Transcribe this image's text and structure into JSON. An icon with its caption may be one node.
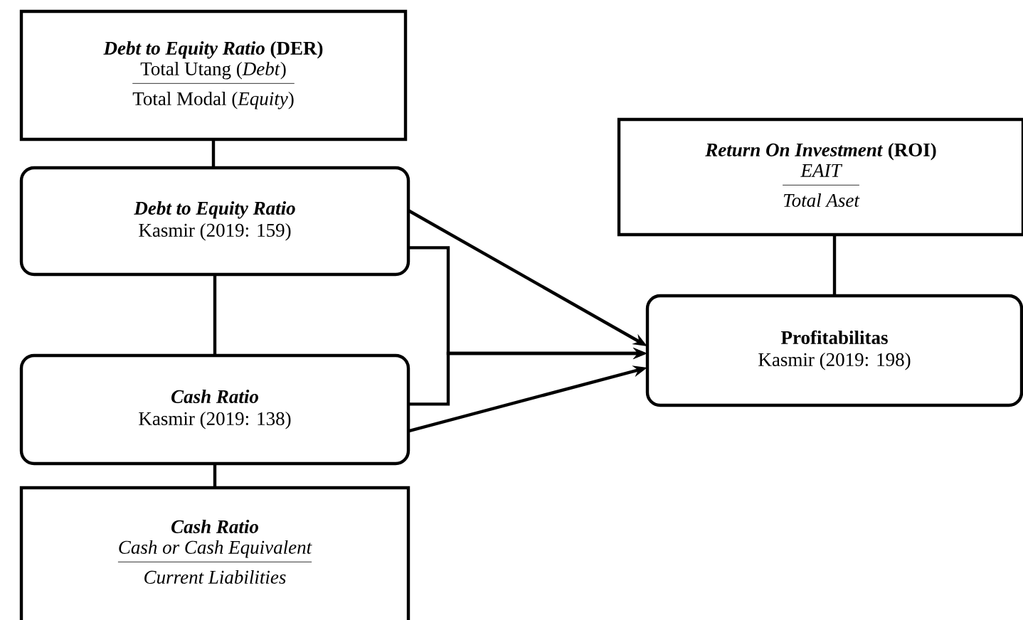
{
  "diagram": {
    "nodes": [
      {
        "text": [
          "*Debt to Equity Ratio* (DER)",
          "Total Utang (*Debt*)",
          "Total Modal (*Equity*)"
        ]
      },
      {
        "text": [
          "Debt to Equity Ratio",
          "Kasmir (2019: 159)"
        ]
      },
      {
        "text": [
          "Cash Ratio",
          "Kasmir (2019: 138)"
        ]
      },
      {
        "text": [
          "Cash Ratio",
          "Cash or Cash Equivalent",
          "Current Liabilities"
        ]
      },
      {
        "text": [
          "*Return On Investment* (ROI)",
          "EAIT",
          "Total Aset"
        ]
      },
      {
        "text": [
          "Profitabilitas",
          "Kasmir (2019: 198)"
        ]
      }
    ],
    "edges": [
      {
        "from": 0,
        "to": 1,
        "arrow": "none"
      },
      {
        "from": 1,
        "to": 2,
        "arrow": "none"
      },
      {
        "from": 2,
        "to": 3,
        "arrow": "none"
      },
      {
        "from": 4,
        "to": 5,
        "arrow": "none"
      },
      {
        "from": 1,
        "to": 5,
        "arrow": "to"
      },
      {
        "from": 2,
        "to": 5,
        "arrow": "to"
      },
      {
        "from": 1,
        "to": 5,
        "arrow": "to"
      },
      {
        "from": 2,
        "to": 5,
        "arrow": "to"
      }
    ]
  }
}
